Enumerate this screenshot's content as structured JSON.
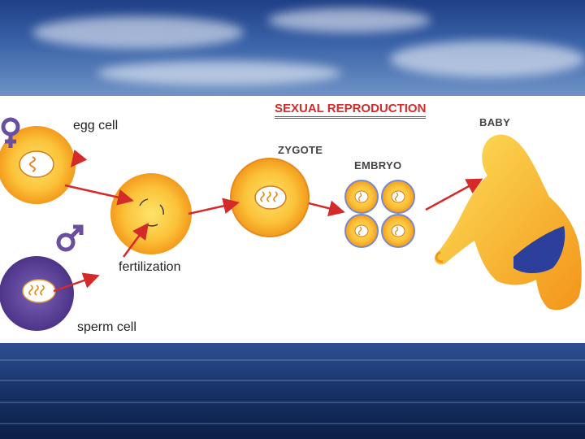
{
  "diagram": {
    "title": "SEXUAL REPRODUCTION",
    "labels": {
      "egg_cell": "egg cell",
      "sperm_cell": "sperm cell",
      "fertilization": "fertilization",
      "zygote": "ZYGOTE",
      "embryo": "EMBRYO",
      "baby": "BABY"
    },
    "symbols": {
      "female": "female-symbol-icon",
      "male": "male-symbol-icon"
    },
    "colors": {
      "title": "#d42a2a",
      "arrow": "#d42a2a",
      "cell_orange": "#f6a11c",
      "cell_yellow": "#fde46a",
      "sperm_purple": "#5a3f96",
      "symbol_purple": "#6a4fa0",
      "baby_diaper": "#2c3f9a"
    }
  }
}
